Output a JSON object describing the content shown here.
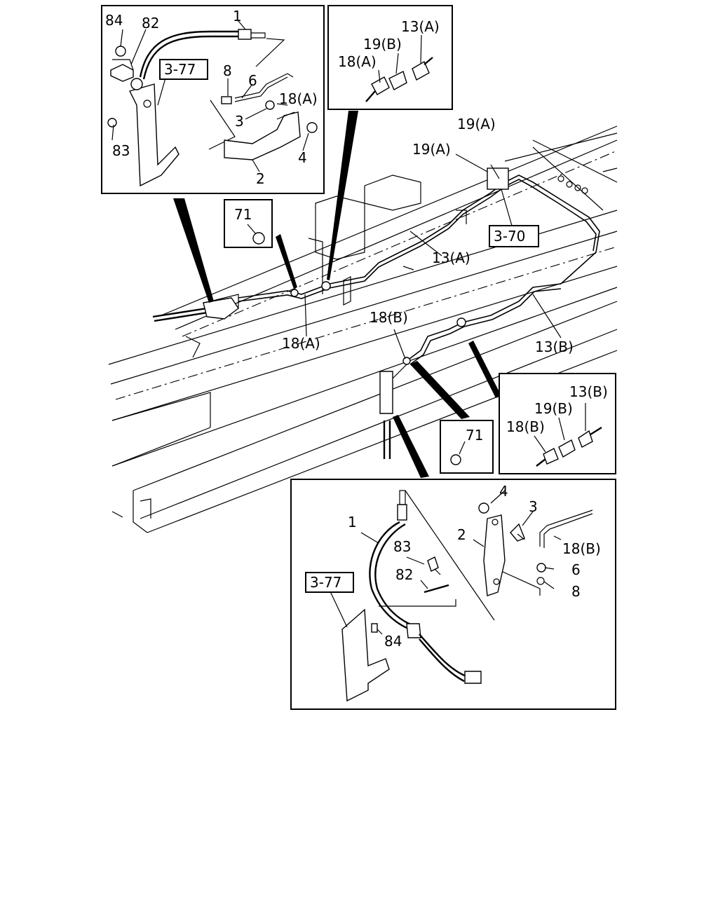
{
  "labels": {
    "tl_84": "84",
    "tl_82": "82",
    "tl_1": "1",
    "tl_377": "3-77",
    "tl_8": "8",
    "tl_6": "6",
    "tl_18a": "18(A)",
    "tl_3": "3",
    "tl_83": "83",
    "tl_4": "4",
    "tl_2": "2",
    "tr_13a": "13(A)",
    "tr_19b": "19(B)",
    "tr_18a": "18(A)",
    "m_19a_1": "19(A)",
    "m_19a_2": "19(A)",
    "m_370": "3-70",
    "m_13a": "13(A)",
    "m_71": "71",
    "m_18a": "18(A)",
    "m_18b": "18(B)",
    "m_13b": "13(B)",
    "m_71b": "71",
    "mr_13b": "13(B)",
    "mr_19b": "19(B)",
    "mr_18b": "18(B)",
    "b_4": "4",
    "b_3": "3",
    "b_1": "1",
    "b_2": "2",
    "b_18b": "18(B)",
    "b_83": "83",
    "b_6": "6",
    "b_82": "82",
    "b_8": "8",
    "b_377": "3-77",
    "b_84": "84"
  }
}
